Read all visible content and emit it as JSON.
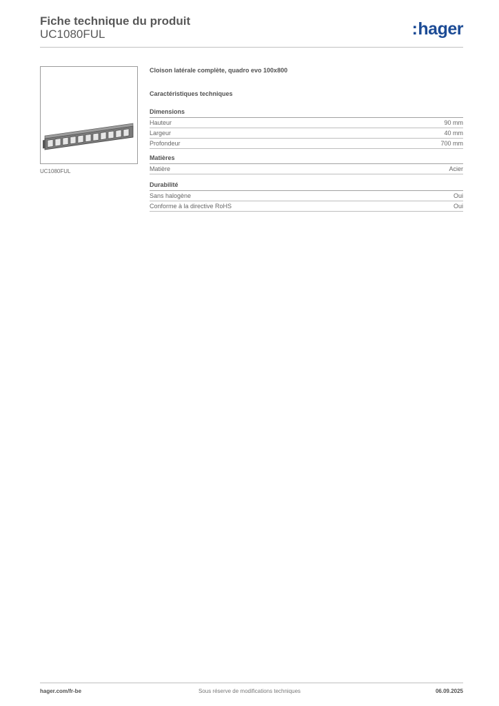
{
  "header": {
    "title": "Fiche technique du produit",
    "reference": "UC1080FUL",
    "logo_text": "hager",
    "logo_color": "#1c4b95"
  },
  "product": {
    "image_caption": "UC1080FUL",
    "description": "Cloison latérale complète, quadro evo 100x800"
  },
  "characteristics_title": "Caractéristiques techniques",
  "sections": [
    {
      "title": "Dimensions",
      "rows": [
        {
          "label": "Hauteur",
          "value": "90 mm"
        },
        {
          "label": "Largeur",
          "value": "40 mm"
        },
        {
          "label": "Profondeur",
          "value": "700 mm"
        }
      ]
    },
    {
      "title": "Matières",
      "rows": [
        {
          "label": "Matière",
          "value": "Acier"
        }
      ]
    },
    {
      "title": "Durabilité",
      "rows": [
        {
          "label": "Sans halogène",
          "value": "Oui"
        },
        {
          "label": "Conforme à la directive RoHS",
          "value": "Oui"
        }
      ]
    }
  ],
  "footer": {
    "website": "hager.com/fr-be",
    "notice": "Sous réserve de modifications techniques",
    "date": "06.09.2025"
  }
}
